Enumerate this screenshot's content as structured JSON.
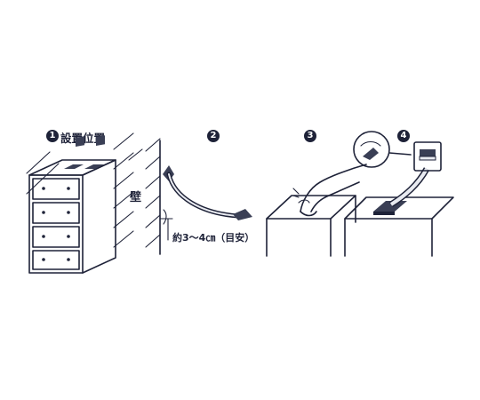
{
  "steps": [
    {
      "number": "1",
      "title": "設置位置"
    },
    {
      "number": "2"
    },
    {
      "number": "3"
    },
    {
      "number": "4"
    }
  ],
  "wall_label": "壁",
  "gap_label": "約3～4㎝（目安）",
  "colors": {
    "ink": "#1e2238",
    "fill_dark": "#3a3f55",
    "fill_light": "#e8eaf0"
  },
  "icons": [
    "dresser-illustration",
    "wall-hatch",
    "anchor-strap",
    "hand-wiping",
    "magnifier-callout",
    "adhesive-plate"
  ]
}
